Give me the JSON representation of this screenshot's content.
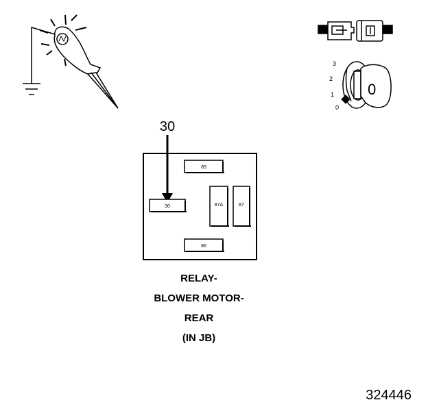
{
  "test_lamp": {
    "icon": "test-light-probe-icon"
  },
  "connector": {
    "icon": "disconnected-connector-icon"
  },
  "ignition": {
    "icon": "ignition-key-icon",
    "positions": [
      "3",
      "2",
      "1",
      "0"
    ],
    "key_label": "0"
  },
  "relay": {
    "probe_pin_label": "30",
    "pins": {
      "pin_85": "85",
      "pin_30": "30",
      "pin_87a": "87A",
      "pin_87": "87",
      "pin_86": "86"
    }
  },
  "caption": {
    "line1": "RELAY-",
    "line2": "BLOWER MOTOR-",
    "line3": "REAR",
    "line4": "(IN JB)"
  },
  "figure_number": "324446"
}
